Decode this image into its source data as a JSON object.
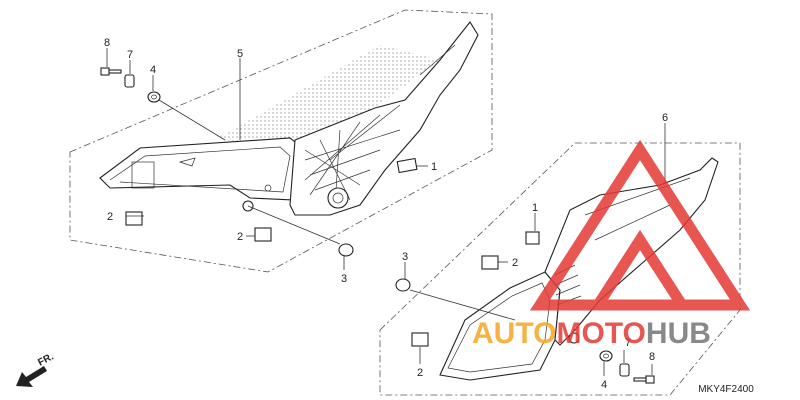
{
  "diagram": {
    "callouts_upper": [
      "8",
      "7",
      "4",
      "5",
      "1",
      "2",
      "2",
      "3"
    ],
    "callouts_lower": [
      "6",
      "1",
      "3",
      "2",
      "2",
      "7",
      "4",
      "8"
    ],
    "direction_label": "FR.",
    "diagram_code": "MKY4F2400"
  },
  "watermark": {
    "word_part1": "AUTO",
    "word_part2": "MOTO",
    "word_part3": "HUB",
    "color_red": "#e53935",
    "color_orange": "#f5a623",
    "color_gray": "#757575"
  }
}
